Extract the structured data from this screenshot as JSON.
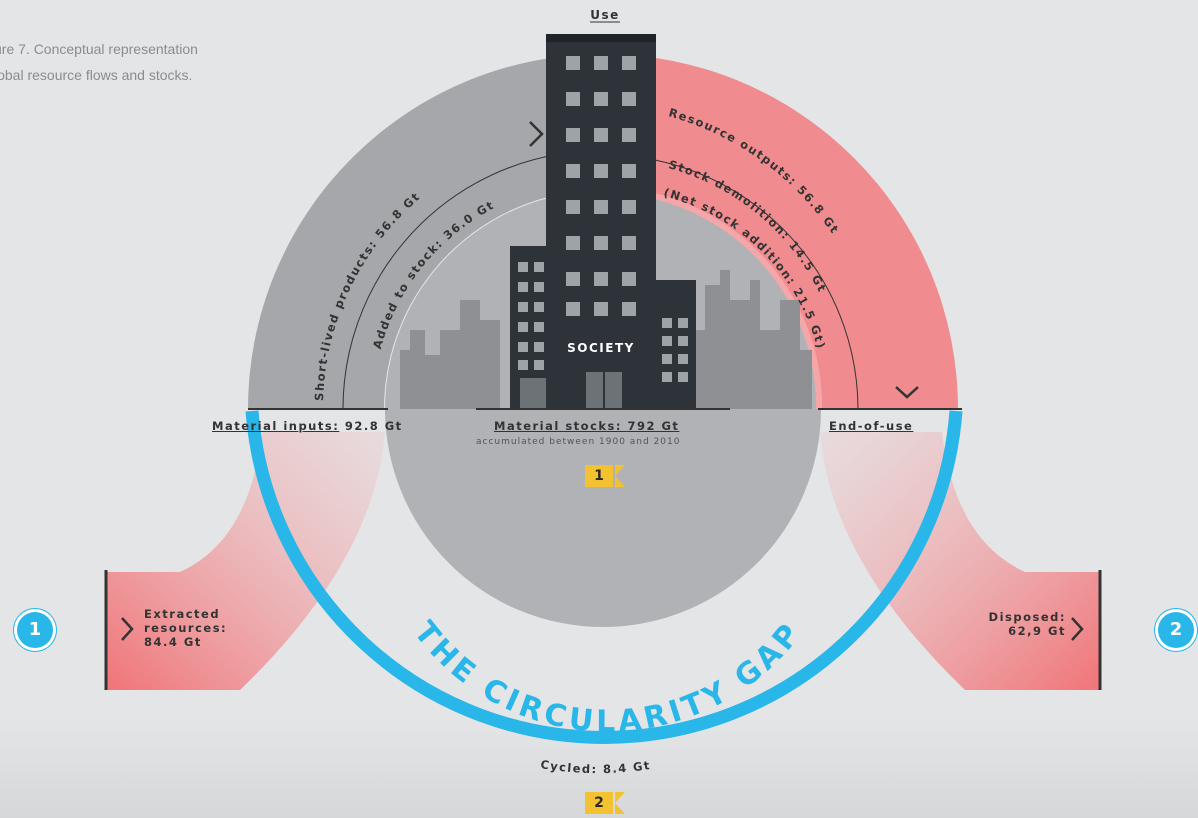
{
  "caption": "ure 7. Conceptual representation\nlobal resource flows and stocks.",
  "use_label": "Use",
  "society_label": "SOCIETY",
  "material_inputs": {
    "label": "Material inputs:",
    "value": "92.8 Gt"
  },
  "material_stocks": {
    "label": "Material stocks: 792 Gt",
    "note": "accumulated between 1900 and 2010"
  },
  "end_of_use": "End-of-use",
  "short_lived": "Short-lived products: 56.8 Gt",
  "added_to_stock": "Added to stock: 36.0 Gt",
  "resource_outputs": "Resource outputs: 56.8 Gt",
  "stock_demolition": "Stock demolition: 14.5 Gt",
  "net_stock": "(Net stock addition: 21.5 Gt)",
  "gap_title": "THE CIRCULARITY GAP",
  "cycled": "Cycled: 8.4 Gt",
  "extracted": [
    "Extracted",
    "resources:",
    "84.4 Gt"
  ],
  "disposed": [
    "Disposed:",
    "62,9 Gt"
  ],
  "markers": {
    "left": "1",
    "right": "2",
    "flag1": "1",
    "flag2": "2"
  },
  "colors": {
    "grey_arc": "#a6a7aa",
    "red_arc": "#f08b8f",
    "cycle_ring": "#29b6e8",
    "building": "#2d3338",
    "flag": "#f2c230"
  }
}
